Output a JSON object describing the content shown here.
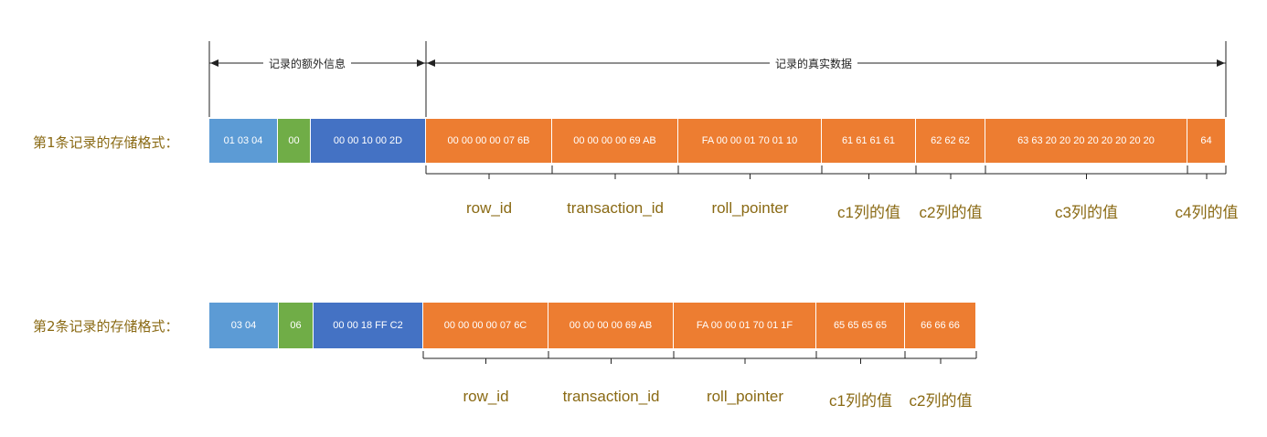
{
  "header": {
    "extra_info_label": "记录的额外信息",
    "real_data_label": "记录的真实数据"
  },
  "records": [
    {
      "label": "第1条记录的存储格式：",
      "cells": [
        {
          "text": "01 03 04",
          "color": "blue"
        },
        {
          "text": "00",
          "color": "green"
        },
        {
          "text": "00 00 10 00 2D",
          "color": "dblue"
        },
        {
          "text": "00 00 00 00 07 6B",
          "color": "orange"
        },
        {
          "text": "00 00 00 00 69 AB",
          "color": "orange"
        },
        {
          "text": "FA 00 00 01 70 01 10",
          "color": "orange"
        },
        {
          "text": "61 61 61 61",
          "color": "orange"
        },
        {
          "text": "62 62 62",
          "color": "orange"
        },
        {
          "text": "63 63 20 20 20 20 20 20 20 20",
          "color": "orange"
        },
        {
          "text": "64",
          "color": "orange"
        }
      ],
      "fields": [
        "row_id",
        "transaction_id",
        "roll_pointer",
        "c1列的值",
        "c2列的值",
        "c3列的值",
        "c4列的值"
      ]
    },
    {
      "label": "第2条记录的存储格式：",
      "cells": [
        {
          "text": "03 04",
          "color": "blue"
        },
        {
          "text": "06",
          "color": "green"
        },
        {
          "text": "00 00 18 FF C2",
          "color": "dblue"
        },
        {
          "text": "00 00 00 00 07 6C",
          "color": "orange"
        },
        {
          "text": "00 00 00 00 69 AB",
          "color": "orange"
        },
        {
          "text": "FA 00 00 01 70 01 1F",
          "color": "orange"
        },
        {
          "text": "65 65 65 65",
          "color": "orange"
        },
        {
          "text": "66 66 66",
          "color": "orange"
        }
      ],
      "fields": [
        "row_id",
        "transaction_id",
        "roll_pointer",
        "c1列的值",
        "c2列的值"
      ]
    }
  ],
  "colors": {
    "blue": "#5c9bd5",
    "green": "#70ad47",
    "dblue": "#4472c4",
    "orange": "#ed7d31",
    "label": "#8a6a14"
  }
}
